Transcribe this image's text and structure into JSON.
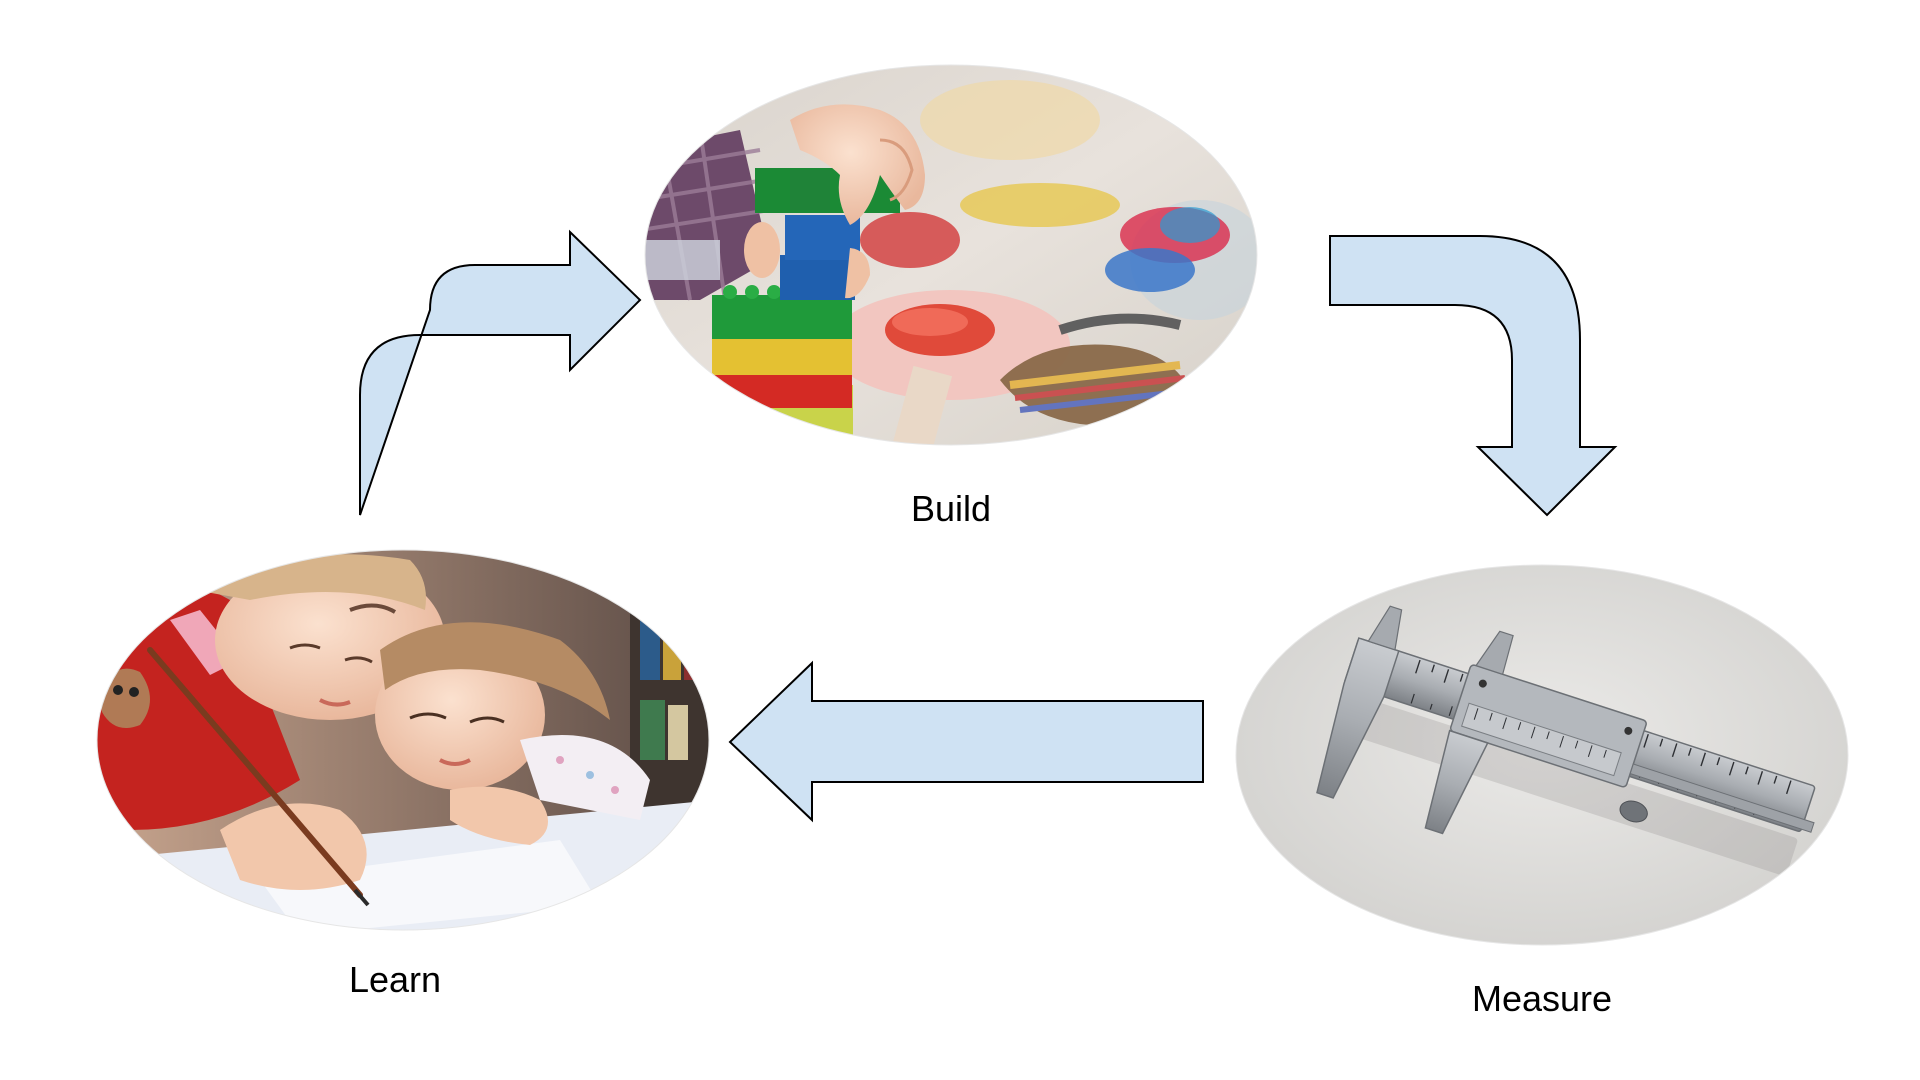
{
  "colors": {
    "arrow_fill": "#cfe2f3",
    "arrow_stroke": "#000000",
    "background": "#ffffff"
  },
  "stages": [
    {
      "id": "build",
      "label": "Build",
      "photo": "child-stacking-toy-blocks"
    },
    {
      "id": "measure",
      "label": "Measure",
      "photo": "vernier-caliper"
    },
    {
      "id": "learn",
      "label": "Learn",
      "photo": "children-drawing-with-pencil"
    }
  ],
  "arrows": [
    {
      "from": "learn",
      "to": "build"
    },
    {
      "from": "build",
      "to": "measure"
    },
    {
      "from": "measure",
      "to": "learn"
    }
  ]
}
